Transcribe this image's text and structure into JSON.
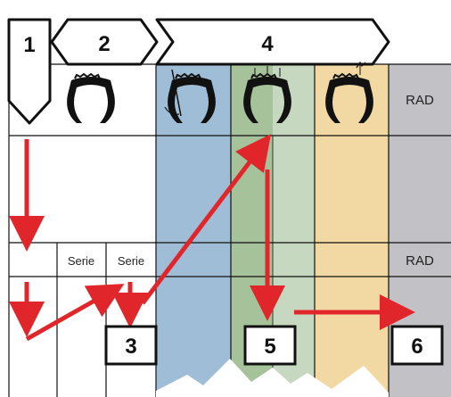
{
  "steps": {
    "step1": "1",
    "step2": "2",
    "step3": "3",
    "step4": "4",
    "step5": "5",
    "step6": "6"
  },
  "columns": {
    "rad_header": "RAD",
    "serie_left": "Serie",
    "serie_right": "Serie",
    "rad_row": "RAD"
  },
  "colors": {
    "blue_column": "#9fbdd6",
    "green_dark": "#a6c29a",
    "green_light": "#c6d9c0",
    "yellow_column": "#f2d9a3",
    "grey_column": "#c2c2c6",
    "arrow_red": "#e0262b",
    "outline": "#111111"
  },
  "icons": [
    "tire-icon",
    "tire-mounting-icon",
    "tire-tread-inspection-icon",
    "tire-valve-icon"
  ]
}
